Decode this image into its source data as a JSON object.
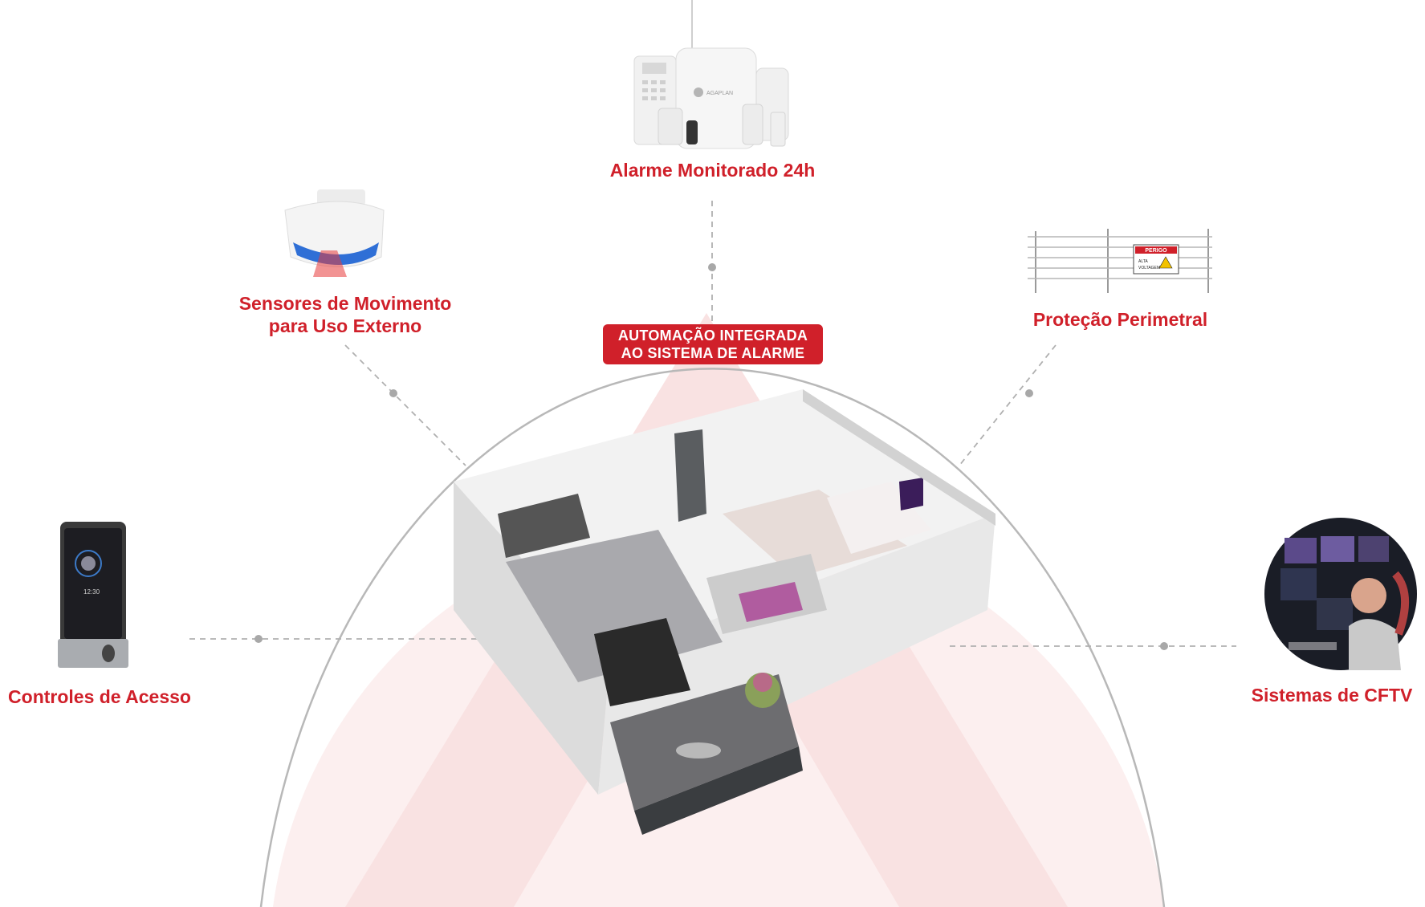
{
  "center_badge": {
    "line1": "AUTOMAÇÃO INTEGRADA",
    "line2": "AO SISTEMA DE ALARME"
  },
  "services": [
    {
      "label": "Alarme Monitorado 24h",
      "icon": "alarm-kit-icon"
    },
    {
      "label_line1": "Sensores de Movimento",
      "label_line2": "para Uso Externo",
      "icon": "motion-sensor-icon"
    },
    {
      "label": "Proteção Perimetral",
      "icon": "electric-fence-icon"
    },
    {
      "label": "Controles de Acesso",
      "icon": "access-control-terminal-icon"
    },
    {
      "label": "Sistemas de CFTV",
      "icon": "cctv-monitoring-icon"
    }
  ],
  "fence_sign": {
    "header": "PERIGO",
    "line1": "ALTA",
    "line2": "VOLTAGEM"
  },
  "alarm_brand": "AGAPLAN",
  "access_screen_time": "12:30",
  "colors": {
    "accent": "#d0202a",
    "arc": "#b8b8b8",
    "connector": "#b0b0b0",
    "watermark": "#fbe9e9"
  }
}
